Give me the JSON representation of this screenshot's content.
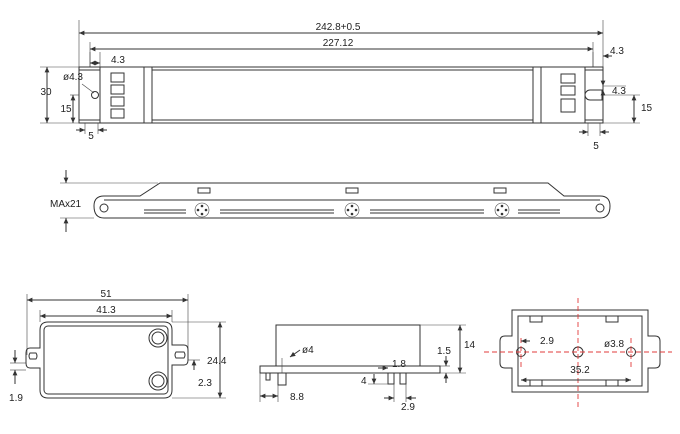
{
  "top_view": {
    "overall_length": "242.8+0.5",
    "mount_spacing": "227.12",
    "left_offset": "4.3",
    "hole_diameter": "ø4.3",
    "height": "30",
    "hole_height": "15",
    "left_slot": "5",
    "right_top": "4.3",
    "right_slot": "4.3",
    "right_height": "15",
    "right_bottom": "5"
  },
  "side_view": {
    "max_height": "MAx21"
  },
  "small_top": {
    "overall": "51",
    "inner": "41.3",
    "height": "24.4",
    "slot": "2.3",
    "bottom": "1.9"
  },
  "small_side": {
    "screw": "ø4",
    "height": "14",
    "cap": "1.5",
    "pin": "1.8",
    "gap": "4",
    "pitch": "2.9",
    "flange": "8.8"
  },
  "small_bottom": {
    "offset": "2.9",
    "hole": "ø3.8",
    "spacing": "35.2"
  },
  "colors": {
    "line": "#333333",
    "centerline": "#e23b3b"
  }
}
